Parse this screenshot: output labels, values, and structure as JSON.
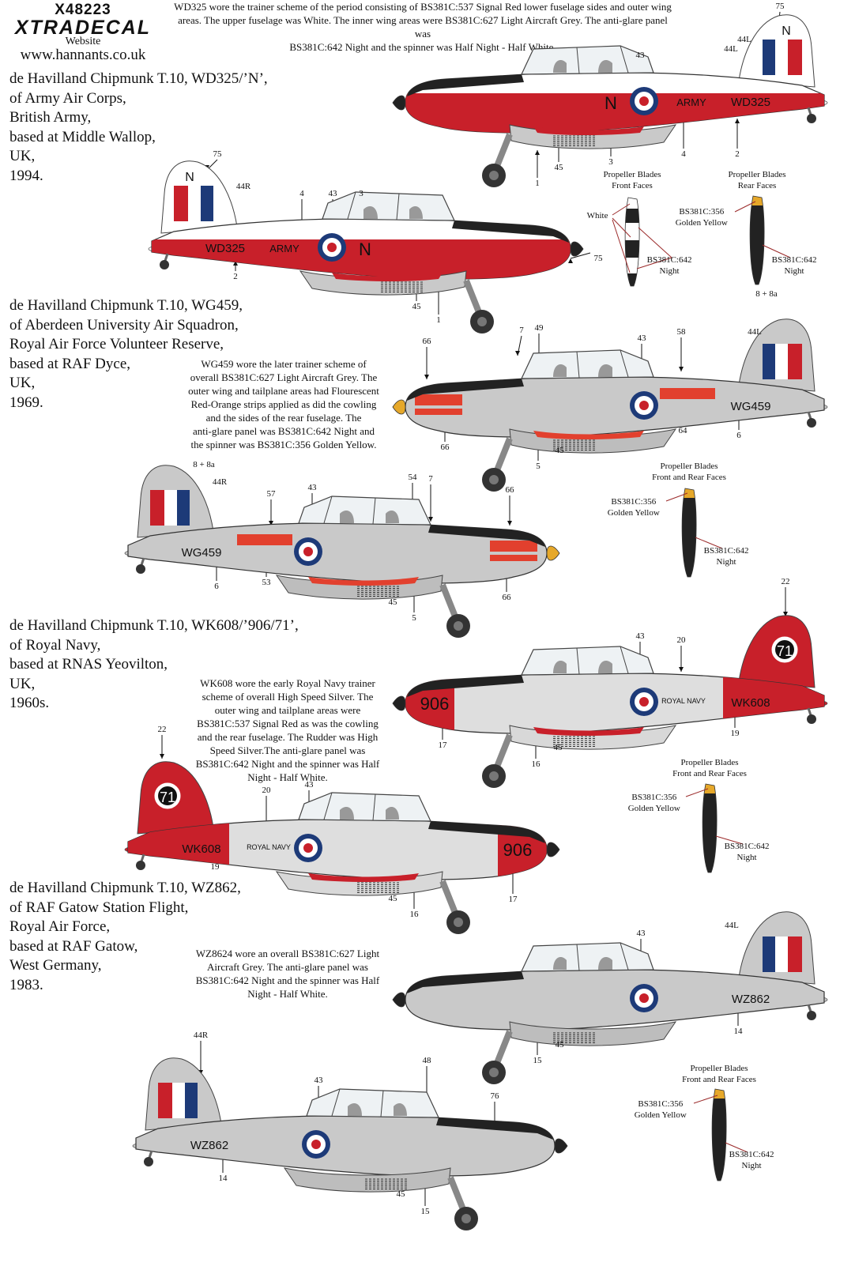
{
  "header": {
    "logo_code": "X48223",
    "logo_brand": "XTRADECAL",
    "website_label": "Website",
    "website_url": "www.hannants.co.uk"
  },
  "colors": {
    "signal_red": "#c8202a",
    "night": "#222222",
    "light_grey": "#c9c9c9",
    "silver": "#dedede",
    "fluor_orange": "#e2402e",
    "golden_yellow": "#e6a82a",
    "roundel_blue": "#1d3a78"
  },
  "schemes": [
    {
      "title_lines": [
        "de Havilland Chipmunk T.10, WD325/’N’,",
        "of Army Air Corps,",
        "British Army,",
        "based at Middle Wallop,",
        "UK,",
        "1994."
      ],
      "description_lines": [
        "WD325 wore the trainer scheme of the period consisting of BS381C:537 Signal Red lower fuselage sides and outer wing",
        "areas. The upper fuselage was White. The inner wing areas were BS381C:627 Light Aircraft Grey. The anti-glare panel was",
        "BS381C:642 Night and the spinner was Half Night - Half White."
      ]
    },
    {
      "title_lines": [
        "de Havilland Chipmunk T.10, WG459,",
        "of Aberdeen University Air Squadron,",
        "Royal Air Force Volunteer Reserve,",
        "based at RAF Dyce,",
        "UK,",
        "1969."
      ],
      "description_lines": [
        "WG459 wore the later trainer scheme of",
        "overall BS381C:627 Light Aircraft Grey. The",
        "outer wing and tailplane areas had Flourescent",
        "Red-Orange strips applied as did the cowling",
        "and the sides of the rear fuselage. The",
        "anti-glare panel was BS381C:642 Night and",
        "the spinner was BS381C:356 Golden Yellow."
      ]
    },
    {
      "title_lines": [
        "de Havilland Chipmunk T.10, WK608/’906/71’,",
        "of Royal Navy,",
        "based at RNAS Yeovilton,",
        "UK,",
        "1960s."
      ],
      "description_lines": [
        "WK608 wore the early Royal Navy trainer",
        "scheme of overall High Speed Silver. The",
        "outer wing and tailplane areas were",
        "BS381C:537 Signal Red as was the cowling",
        "and the rear fuselage. The Rudder was High",
        "Speed Silver.The anti-glare panel was",
        "BS381C:642 Night and the spinner was Half",
        "Night - Half White."
      ]
    },
    {
      "title_lines": [
        "de Havilland Chipmunk T.10, WZ862,",
        "of RAF Gatow Station Flight,",
        "Royal Air Force,",
        "based at RAF Gatow,",
        "West Germany,",
        "1983."
      ],
      "description_lines": [
        "WZ8624 wore an overall BS381C:627 Light",
        "Aircraft Grey. The anti-glare panel was",
        "BS381C:642 Night and the spinner was Half",
        "Night - Half White."
      ]
    }
  ],
  "planes": [
    {
      "scheme": "army",
      "markings": {
        "serial": "WD325",
        "unit": "ARMY",
        "code": "N",
        "fin_code": "N"
      },
      "callouts": [
        "43",
        "75",
        "44L",
        "44L",
        "3",
        "45",
        "1",
        "4",
        "2"
      ]
    },
    {
      "scheme": "army",
      "markings": {
        "serial": "WD325",
        "unit": "ARMY",
        "code": "N",
        "fin_code": "N"
      },
      "callouts": [
        "75",
        "44R",
        "4",
        "43",
        "3",
        "2",
        "75",
        "45",
        "1"
      ]
    },
    {
      "scheme": "orange",
      "markings": {
        "serial": "WG459"
      },
      "callouts": [
        "8 + 8a",
        "66",
        "7",
        "49",
        "43",
        "58",
        "44L",
        "66",
        "5",
        "45",
        "64",
        "6"
      ]
    },
    {
      "scheme": "orange",
      "markings": {
        "serial": "WG459"
      },
      "callouts": [
        "8 + 8a",
        "44R",
        "57",
        "43",
        "54",
        "7",
        "66",
        "6",
        "53",
        "45",
        "5",
        "66"
      ]
    },
    {
      "scheme": "navy",
      "markings": {
        "serial": "WK608",
        "unit": "ROYAL NAVY",
        "code": "906",
        "fin_code": "71"
      },
      "callouts": [
        "22",
        "43",
        "20",
        "17",
        "16",
        "45",
        "19"
      ]
    },
    {
      "scheme": "navy",
      "markings": {
        "serial": "WK608",
        "unit": "ROYAL NAVY",
        "code": "906",
        "fin_code": "71"
      },
      "callouts": [
        "22",
        "20",
        "43",
        "19",
        "45",
        "16",
        "17"
      ]
    },
    {
      "scheme": "grey",
      "markings": {
        "serial": "WZ862"
      },
      "callouts": [
        "44L",
        "43",
        "14",
        "15",
        "45"
      ]
    },
    {
      "scheme": "grey",
      "markings": {
        "serial": "WZ862"
      },
      "callouts": [
        "44R",
        "43",
        "48",
        "76",
        "14",
        "45",
        "15"
      ]
    }
  ],
  "propellers": [
    {
      "title_lines": [
        "Propeller Blades",
        "Front Faces"
      ],
      "style": "striped",
      "labels": [
        [
          "White"
        ],
        [
          "BS381C:642",
          "Night"
        ]
      ]
    },
    {
      "title_lines": [
        "Propeller Blades",
        "Rear Faces"
      ],
      "style": "yellow-tip",
      "labels": [
        [
          "BS381C:356",
          "Golden Yellow"
        ],
        [
          "BS381C:642",
          "Night"
        ]
      ]
    },
    {
      "title_lines": [
        "Propeller Blades",
        "Front and Rear Faces"
      ],
      "style": "yellow-tip",
      "labels": [
        [
          "BS381C:356",
          "Golden Yellow"
        ],
        [
          "BS381C:642",
          "Night"
        ]
      ]
    },
    {
      "title_lines": [
        "Propeller Blades",
        "Front and Rear Faces"
      ],
      "style": "yellow-tip",
      "labels": [
        [
          "BS381C:356",
          "Golden Yellow"
        ],
        [
          "BS381C:642",
          "Night"
        ]
      ]
    },
    {
      "title_lines": [
        "Propeller Blades",
        "Front and Rear Faces"
      ],
      "style": "yellow-tip",
      "labels": [
        [
          "BS381C:356",
          "Golden Yellow"
        ],
        [
          "BS381C:642",
          "Night"
        ]
      ]
    }
  ]
}
